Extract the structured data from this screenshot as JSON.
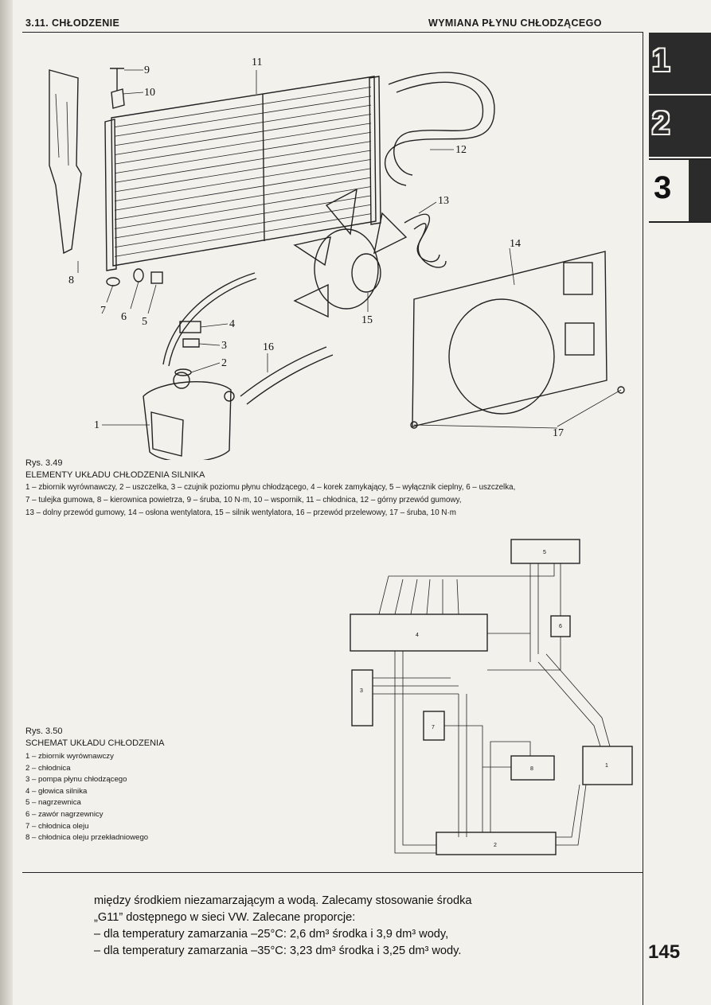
{
  "header": {
    "section": "3.11. CHŁODZENIE",
    "title": "WYMIANA PŁYNU CHŁODZĄCEGO"
  },
  "tabs": [
    {
      "label": "1"
    },
    {
      "label": "2"
    },
    {
      "label": "3"
    }
  ],
  "page_number": "145",
  "figure1": {
    "number": "Rys. 3.49",
    "title": "ELEMENTY UKŁADU CHŁODZENIA SILNIKA",
    "legend": [
      "1 – zbiornik wyrównawczy, 2 – uszczelka, 3 – czujnik poziomu płynu chłodzącego, 4 – korek zamykający, 5 – wyłącznik cieplny, 6 – uszczelka,",
      "7 – tulejka gumowa, 8 – kierownica powietrza, 9 – śruba, 10 N·m, 10 – wspornik, 11 – chłodnica, 12 – górny przewód gumowy,",
      "13 – dolny przewód gumowy, 14 – osłona wentylatora, 15 – silnik wentylatora, 16 – przewód przelewowy, 17 – śruba, 10 N·m"
    ],
    "callouts": [
      "1",
      "2",
      "3",
      "4",
      "5",
      "6",
      "7",
      "8",
      "9",
      "10",
      "11",
      "12",
      "13",
      "14",
      "15",
      "16",
      "17"
    ]
  },
  "figure2": {
    "number": "Rys. 3.50",
    "title": "SCHEMAT UKŁADU CHŁODZENIA",
    "items": [
      "1 – zbiornik wyrównawczy",
      "2 – chłodnica",
      "3 – pompa płynu chłodzącego",
      "4 – głowica silnika",
      "5 – nagrzewnica",
      "6 – zawór nagrzewnicy",
      "7 – chłodnica oleju",
      "8 – chłodnica oleju przekładniowego"
    ],
    "blocks": [
      "1",
      "2",
      "3",
      "4",
      "5",
      "6",
      "7",
      "8"
    ]
  },
  "body": {
    "line1": "między środkiem niezamarzającym a wodą. Zalecamy stosowanie środka",
    "line2": "„G11” dostępnego w sieci VW. Zalecane proporcje:",
    "line3": "– dla temperatury zamarzania –25°C: 2,6 dm³ środka i 3,9 dm³ wody,",
    "line4": "– dla temperatury zamarzania –35°C: 3,23 dm³ środka i 3,25 dm³ wody."
  }
}
